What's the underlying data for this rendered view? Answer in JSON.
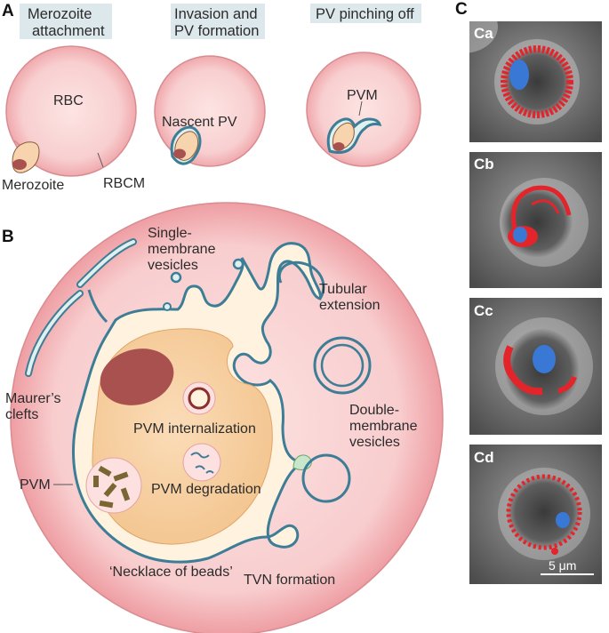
{
  "panels": {
    "a": {
      "letter": "A",
      "steps": [
        {
          "line1": "Merozoite",
          "line2": "attachment"
        },
        {
          "line1": "Invasion and",
          "line2": "PV formation"
        },
        {
          "line1": "PV pinching off",
          "line2": ""
        }
      ],
      "labels": {
        "rbc": "RBC",
        "merozoite": "Merozoite",
        "rbcm": "RBCM",
        "nascent_pv": "Nascent PV",
        "pvm": "PVM"
      }
    },
    "b": {
      "letter": "B",
      "labels": {
        "single_vesicles_1": "Single-",
        "single_vesicles_2": "membrane",
        "single_vesicles_3": "vesicles",
        "tubular_1": "Tubular",
        "tubular_2": "extension",
        "maurers_1": "Maurer’s",
        "maurers_2": "clefts",
        "double_1": "Double-",
        "double_2": "membrane",
        "double_3": "vesicles",
        "pvm_internalization": "PVM internalization",
        "pvm_degradation": "PVM degradation",
        "pvm": "PVM",
        "necklace": "‘Necklace of beads’",
        "tvn": "TVN formation"
      }
    },
    "c": {
      "letter": "C",
      "images": [
        {
          "label": "Ca"
        },
        {
          "label": "Cb"
        },
        {
          "label": "Cc"
        },
        {
          "label": "Cd"
        }
      ],
      "scale_bar": "5 μm"
    }
  },
  "colors": {
    "rbc_fill": "#f7c6c8",
    "rbc_edge": "#d98c90",
    "membrane_blue": "#3d7d96",
    "membrane_light": "#dff0ee",
    "parasite_fill": "#f6d3ab",
    "parasite_dark": "#a9514e",
    "header_bg": "#dde8ec"
  }
}
